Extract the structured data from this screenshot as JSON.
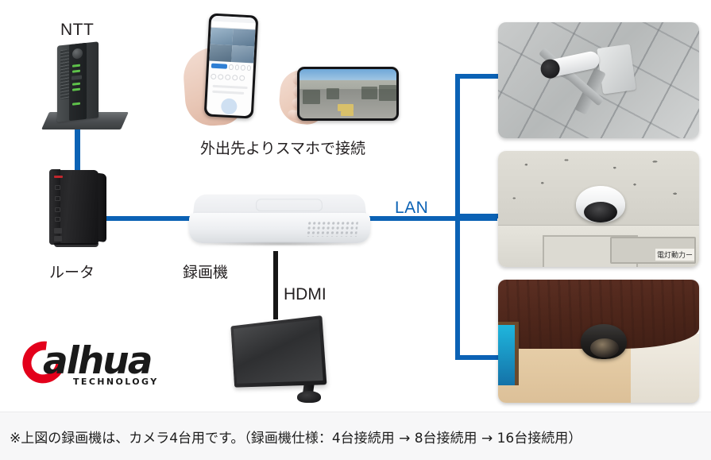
{
  "diagram": {
    "labels": {
      "ntt": "NTT",
      "router": "ルータ",
      "recorder": "録画機",
      "mobile_caption": "外出先よりスマホで接続",
      "lan": "LAN",
      "hdmi": "HDMI"
    },
    "logo": {
      "word": "alhua",
      "subtitle": "TECHNOLOGY",
      "accent_color": "#e3001b",
      "text_color": "#1a1a1a"
    },
    "line_color": "#0b62b5",
    "hdmi_line_color": "#161616"
  },
  "photos": [
    {
      "name": "outdoor-bullet-camera",
      "description": "白色バレット型カメラ（外壁タイル）",
      "sign_text": ""
    },
    {
      "name": "indoor-white-dome-camera",
      "description": "白色ドーム型カメラ（天井）",
      "sign_text": "電灯動力ー"
    },
    {
      "name": "indoor-black-dome-camera",
      "description": "黒色ドーム型カメラ（木目天井）",
      "sign_text": ""
    }
  ],
  "footer": {
    "note": "※上図の録画機は、カメラ4台用です。（録画機仕様：4台接続用 → 8台接続用 → 16台接続用）"
  }
}
